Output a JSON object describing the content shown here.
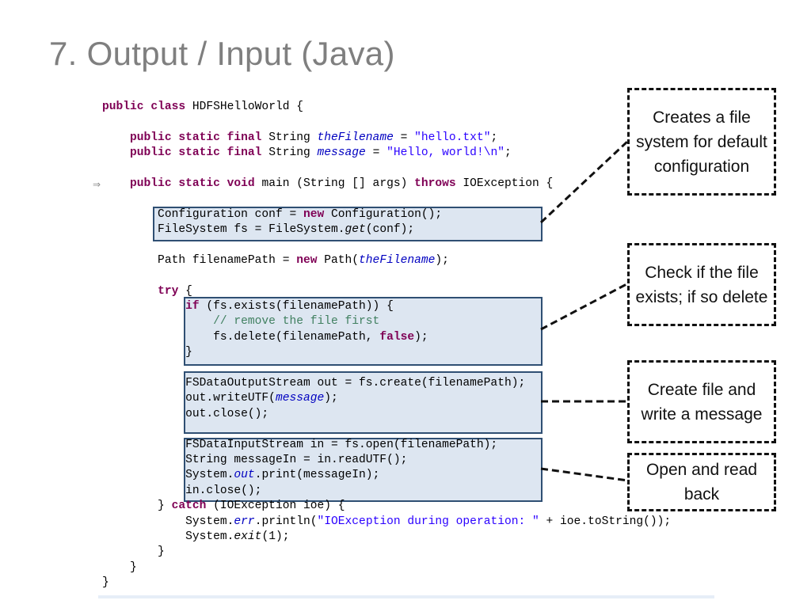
{
  "slide": {
    "title": "7. Output / Input (Java)"
  },
  "code_lines": [
    [
      [
        "kw",
        "public "
      ],
      [
        "kw",
        "class "
      ],
      [
        "",
        "HDFSHelloWorld {"
      ]
    ],
    [],
    [
      [
        "",
        "    "
      ],
      [
        "kw",
        "public static final "
      ],
      [
        "",
        "String "
      ],
      [
        "fld",
        "theFilename"
      ],
      [
        "",
        " = "
      ],
      [
        "str",
        "\"hello.txt\""
      ],
      [
        "",
        ";"
      ]
    ],
    [
      [
        "",
        "    "
      ],
      [
        "kw",
        "public static final "
      ],
      [
        "",
        "String "
      ],
      [
        "fld",
        "message"
      ],
      [
        "",
        " = "
      ],
      [
        "str",
        "\"Hello, world!\\n\""
      ],
      [
        "",
        ";"
      ]
    ],
    [],
    [
      [
        "",
        "    "
      ],
      [
        "kw",
        "public static void "
      ],
      [
        "",
        "main (String [] args) "
      ],
      [
        "kw",
        "throws "
      ],
      [
        "",
        "IOException {"
      ]
    ],
    [],
    [
      [
        "",
        "        Configuration conf = "
      ],
      [
        "kw",
        "new "
      ],
      [
        "",
        "Configuration();"
      ]
    ],
    [
      [
        "",
        "        FileSystem fs = FileSystem."
      ],
      [
        "sta",
        "get"
      ],
      [
        "",
        "(conf);"
      ]
    ],
    [],
    [
      [
        "",
        "        Path filenamePath = "
      ],
      [
        "kw",
        "new "
      ],
      [
        "",
        "Path("
      ],
      [
        "fld",
        "theFilename"
      ],
      [
        "",
        ");"
      ]
    ],
    [],
    [
      [
        "",
        "        "
      ],
      [
        "kw",
        "try "
      ],
      [
        "",
        "{"
      ]
    ],
    [
      [
        "",
        "            "
      ],
      [
        "kw",
        "if "
      ],
      [
        "",
        "(fs.exists(filenamePath)) {"
      ]
    ],
    [
      [
        "",
        "                "
      ],
      [
        "cmt",
        "// remove the file first"
      ]
    ],
    [
      [
        "",
        "                fs.delete(filenamePath, "
      ],
      [
        "kw",
        "false"
      ],
      [
        "",
        ");"
      ]
    ],
    [
      [
        "",
        "            }"
      ]
    ],
    [],
    [
      [
        "",
        "            FSDataOutputStream out = fs.create(filenamePath);"
      ]
    ],
    [
      [
        "",
        "            out.writeUTF("
      ],
      [
        "fld",
        "message"
      ],
      [
        "",
        ");"
      ]
    ],
    [
      [
        "",
        "            out.close();"
      ]
    ],
    [],
    [
      [
        "",
        "            FSDataInputStream in = fs.open(filenamePath);"
      ]
    ],
    [
      [
        "",
        "            String messageIn = in.readUTF();"
      ]
    ],
    [
      [
        "",
        "            System."
      ],
      [
        "fld",
        "out"
      ],
      [
        "",
        ".print(messageIn);"
      ]
    ],
    [
      [
        "",
        "            in.close();"
      ]
    ],
    [
      [
        "",
        "        } "
      ],
      [
        "kw",
        "catch "
      ],
      [
        "",
        "(IOException ioe) {"
      ]
    ],
    [
      [
        "",
        "            System."
      ],
      [
        "fld",
        "err"
      ],
      [
        "",
        ".println("
      ],
      [
        "str",
        "\"IOException during operation: \""
      ],
      [
        "",
        " + ioe.toString());"
      ]
    ],
    [
      [
        "",
        "            System."
      ],
      [
        "sta",
        "exit"
      ],
      [
        "",
        "(1);"
      ]
    ],
    [
      [
        "",
        "        }"
      ]
    ],
    [
      [
        "",
        "    }"
      ]
    ],
    [
      [
        "",
        "}"
      ]
    ]
  ],
  "gutter_marker": "⇒",
  "callouts": [
    {
      "id": "create-fs",
      "text": "Creates a file system for default configuration"
    },
    {
      "id": "check-exists",
      "text": "Check if the file exists; if so delete"
    },
    {
      "id": "create-write",
      "text": "Create file and write a message"
    },
    {
      "id": "open-read",
      "text": "Open and read back"
    }
  ],
  "colors": {
    "title": "#7f7f7f",
    "keyword": "#7f0055",
    "string": "#2a00ff",
    "field": "#0000c0",
    "comment": "#3f7f5f",
    "highlight_fill": "#dde6f1",
    "highlight_border": "#2f4f73"
  }
}
